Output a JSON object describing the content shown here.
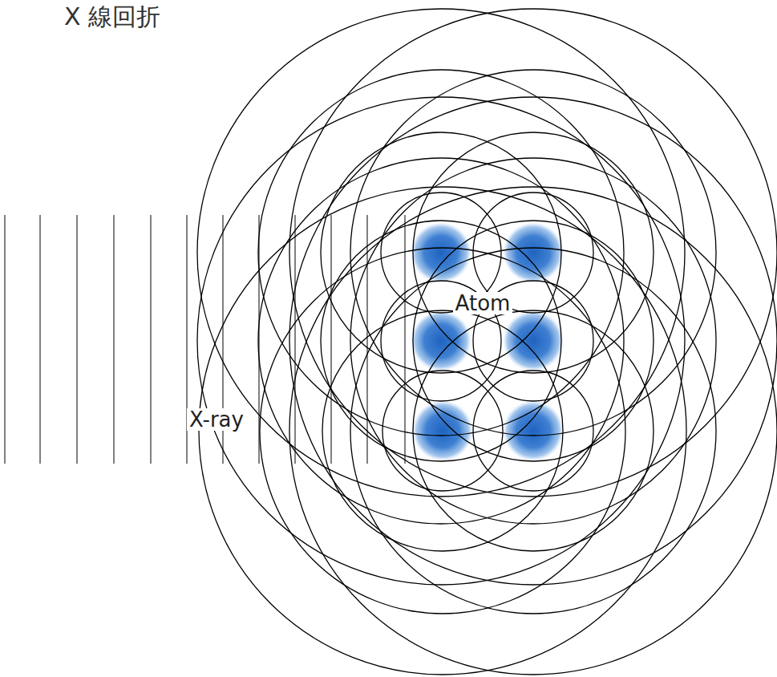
{
  "diagram": {
    "title": "X 線回折",
    "labels": [
      "Atom",
      "X-ray"
    ]
  }
}
